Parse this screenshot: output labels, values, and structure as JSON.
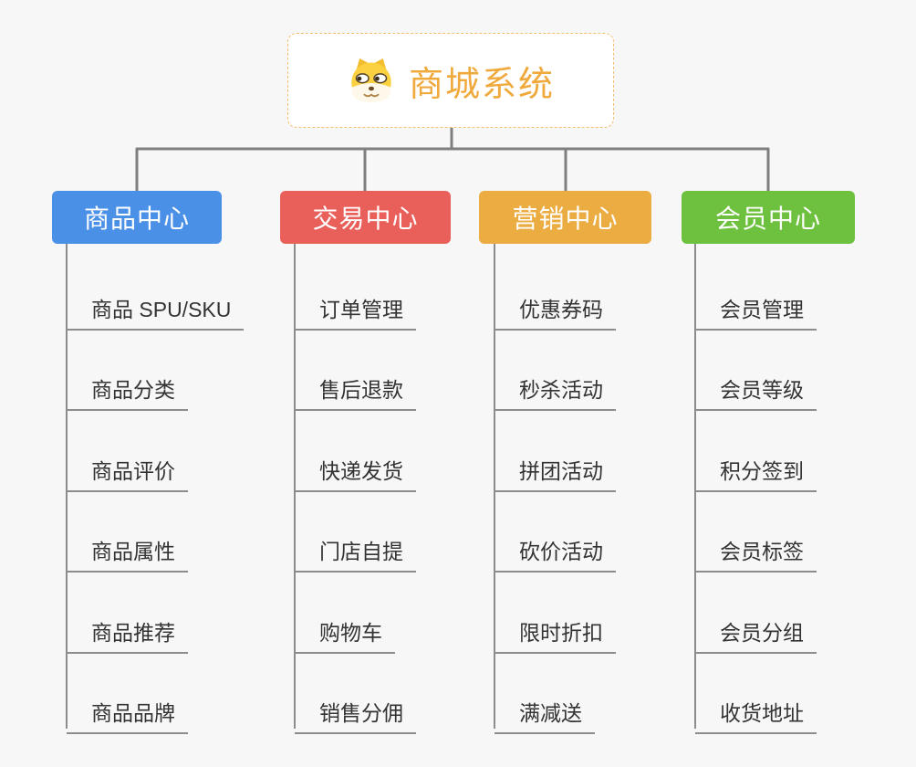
{
  "page": {
    "background": "#f7f7f7"
  },
  "root": {
    "title": "商城系统",
    "title_color": "#f0a93c",
    "border_color": "#f2be6e",
    "icon": "doge-face-icon"
  },
  "connectors": {
    "root_color": "#7f7f7f",
    "trunk_color": "#8c8c8c",
    "underline_color": "#8c8c8c"
  },
  "branches": [
    {
      "label": "商品中心",
      "color": "#4a90e7",
      "children": [
        "商品 SPU/SKU",
        "商品分类",
        "商品评价",
        "商品属性",
        "商品推荐",
        "商品品牌"
      ]
    },
    {
      "label": "交易中心",
      "color": "#e95f5a",
      "children": [
        "订单管理",
        "售后退款",
        "快递发货",
        "门店自提",
        "购物车",
        "销售分佣"
      ]
    },
    {
      "label": "营销中心",
      "color": "#ebac41",
      "children": [
        "优惠券码",
        "秒杀活动",
        "拼团活动",
        "砍价活动",
        "限时折扣",
        "满减送"
      ]
    },
    {
      "label": "会员中心",
      "color": "#6ec13f",
      "children": [
        "会员管理",
        "会员等级",
        "积分签到",
        "会员标签",
        "会员分组",
        "收货地址"
      ]
    }
  ]
}
